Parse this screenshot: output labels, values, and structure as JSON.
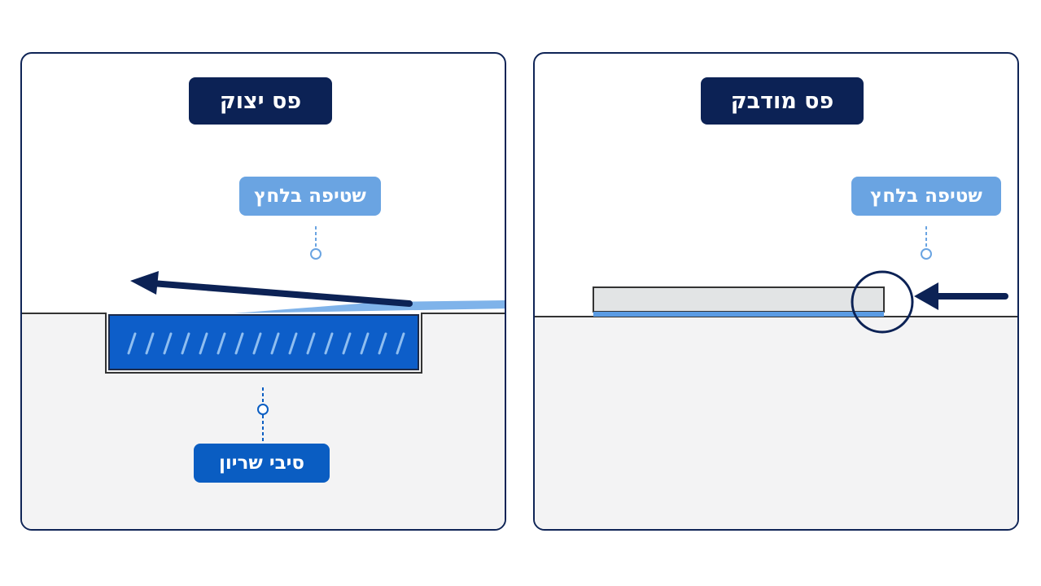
{
  "panels": {
    "left": {
      "title": "פס יצוק",
      "pressure_wash_label": "שטיפה בלחץ",
      "armor_fibers_label": "סיבי שריון"
    },
    "right": {
      "title": "פס מודבק",
      "pressure_wash_label": "שטיפה בלחץ"
    }
  },
  "colors": {
    "navy": "#0c2255",
    "outline": "#0f2456",
    "label_light_blue": "#6aa4e2",
    "label_blue": "#0a5dc2",
    "strip_blue": "#0d5ec9",
    "ground": "#f3f3f4",
    "tape_grey": "#e2e4e5"
  }
}
